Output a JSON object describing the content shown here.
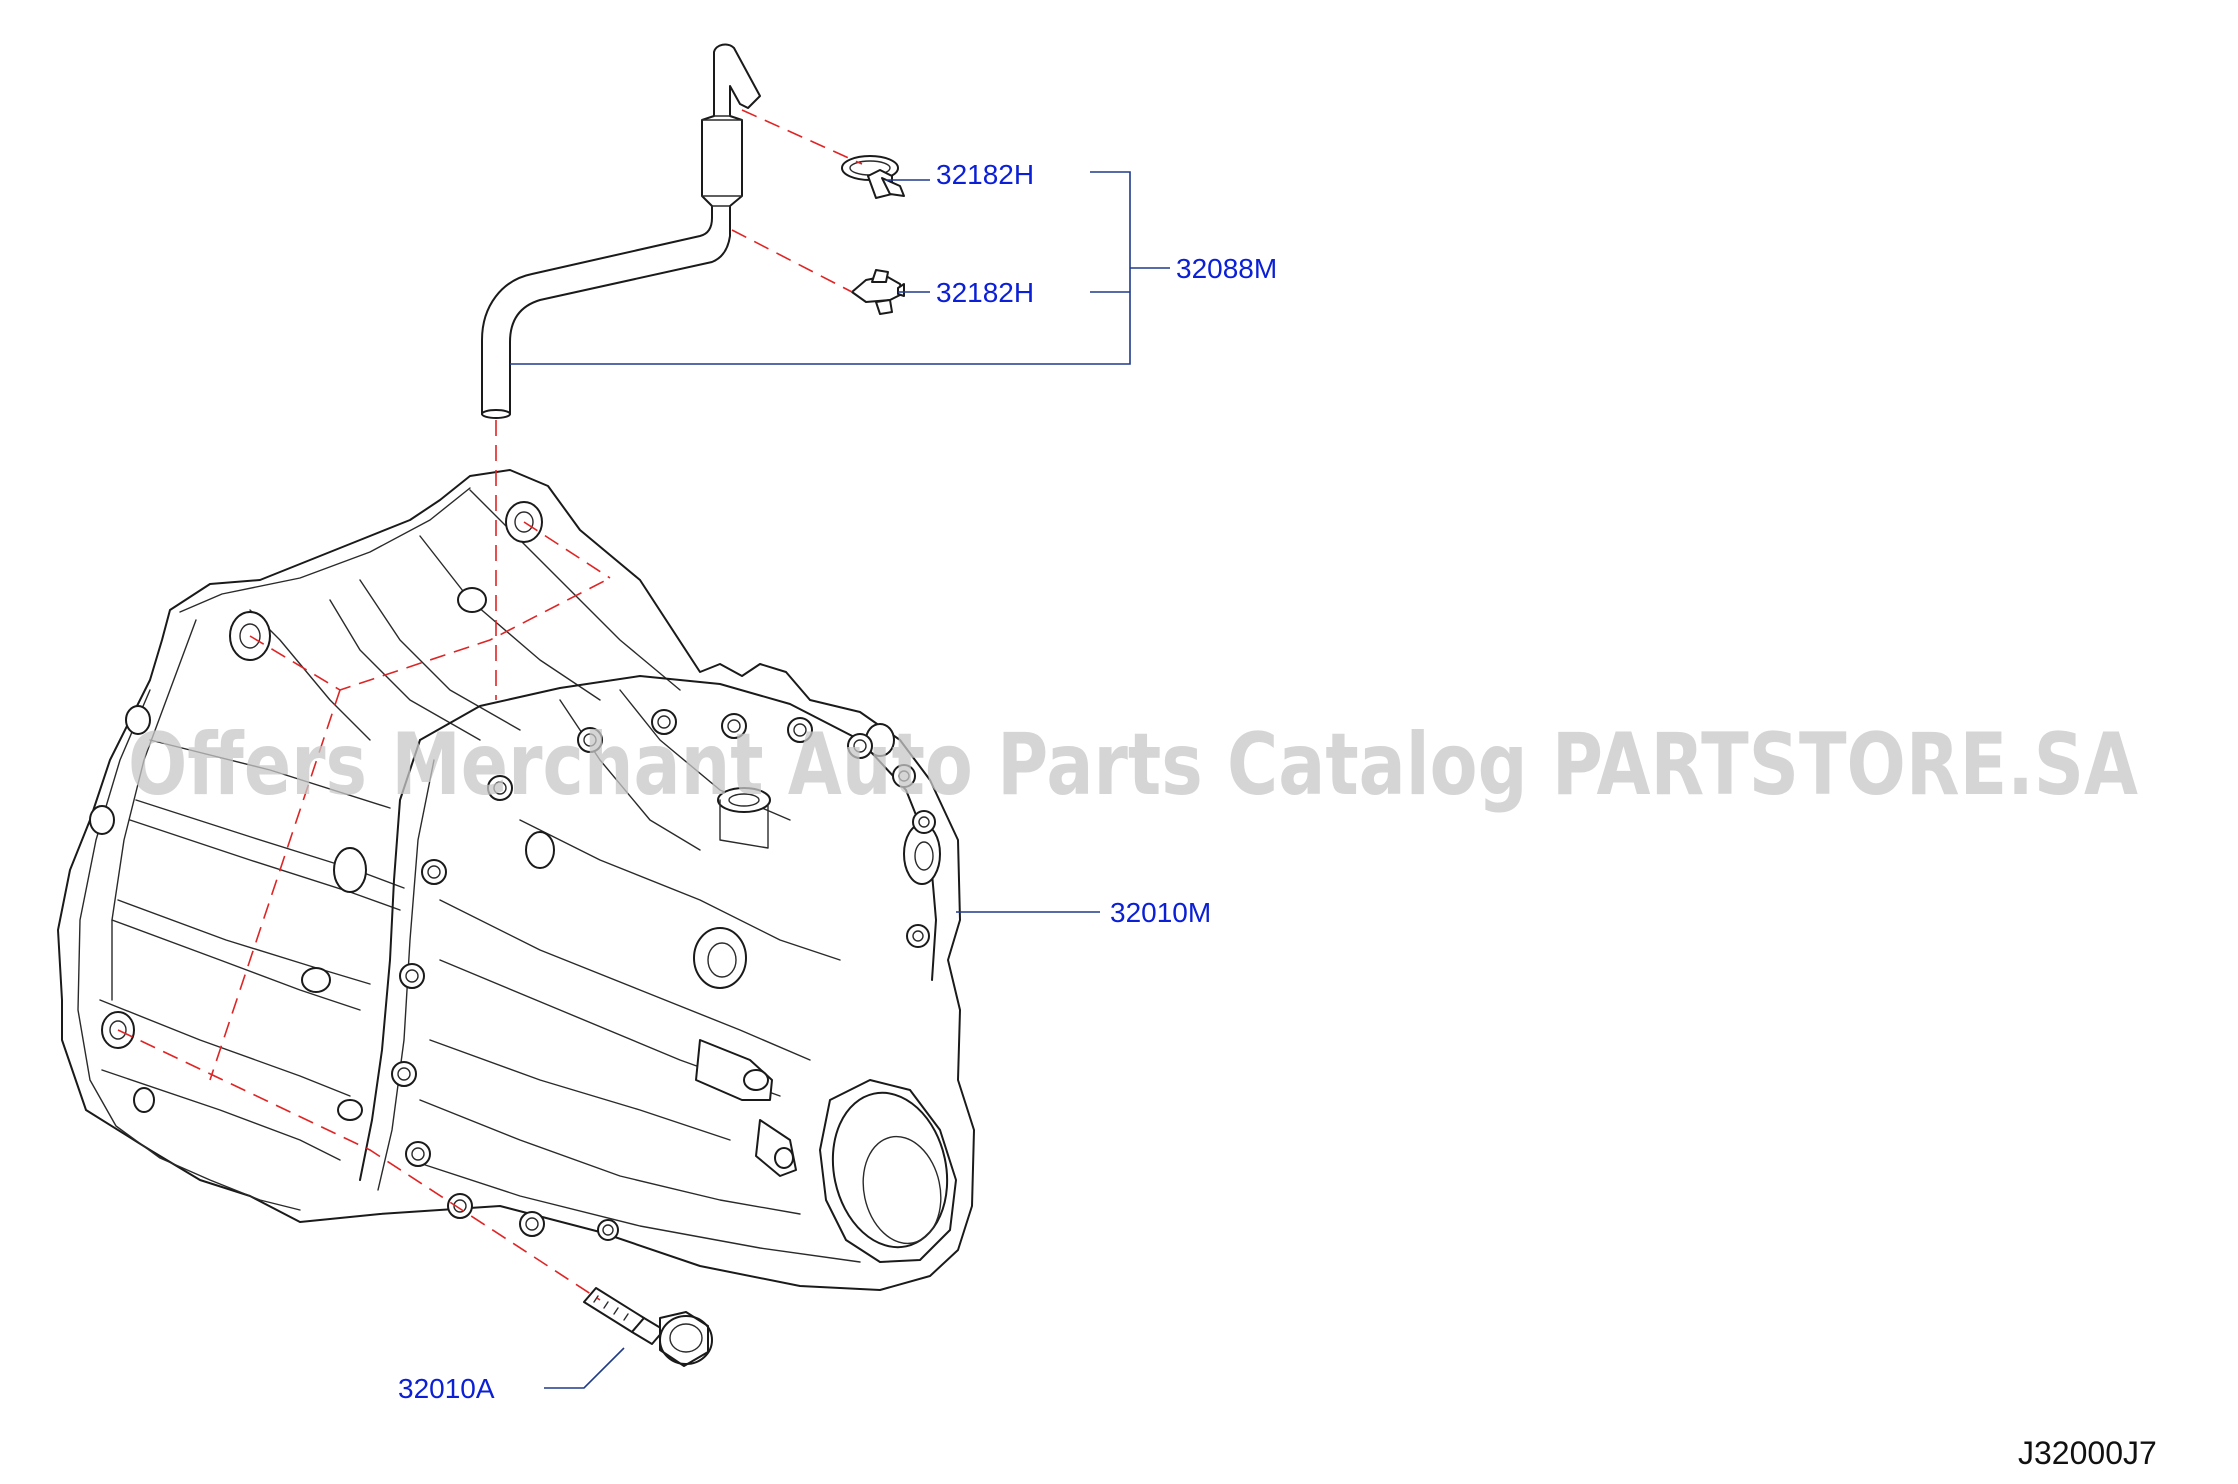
{
  "parts": {
    "clip_upper": "32182H",
    "clip_lower": "32182H",
    "breather_hose_assy": "32088M",
    "transaxle_assy": "32010M",
    "bolt": "32010A"
  },
  "figure_code": "J32000J7",
  "watermark": "Offers Merchant Auto Parts Catalog PARTSTORE.SA",
  "colors": {
    "label": "#0a1fd6",
    "leader": "#1e3a8a",
    "dash": "#e02424",
    "outline": "#1a1a1a",
    "watermark": "#c8c8c8"
  }
}
